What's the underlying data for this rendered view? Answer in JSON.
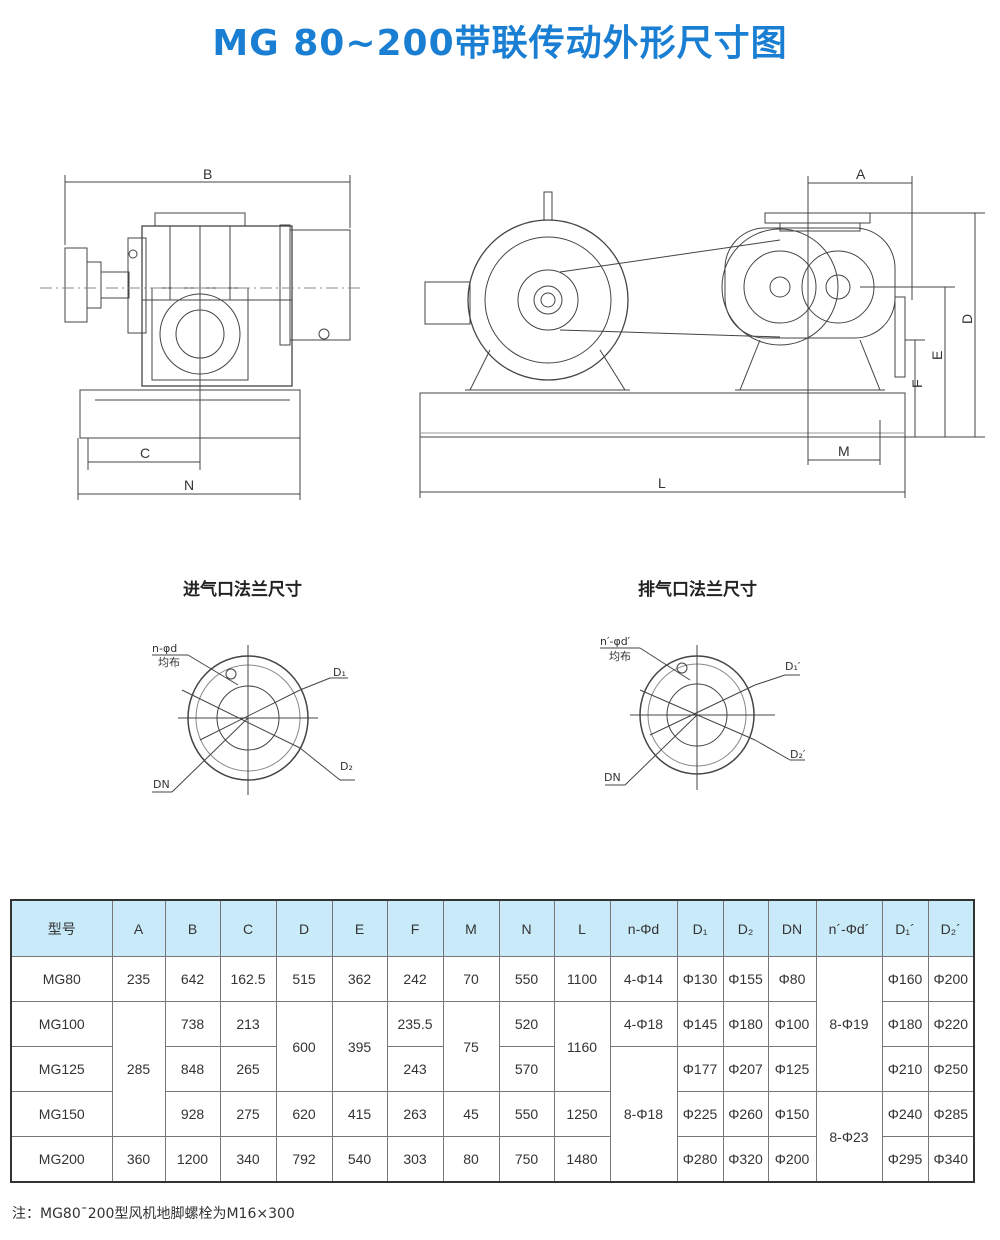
{
  "title": "MG  80~200带联传动外形尺寸图",
  "drawing_labels": {
    "B": "B",
    "C": "C",
    "N": "N",
    "A": "A",
    "L": "L",
    "D": "D",
    "E": "E",
    "F": "F",
    "M": "M"
  },
  "flange_inlet": {
    "title": "进气口法兰尺寸",
    "hole": "n-φd",
    "even": "均布",
    "d1": "D₁",
    "d2": "D₂",
    "dn": "DN"
  },
  "flange_outlet": {
    "title": "排气口法兰尺寸",
    "hole": "n′-φd′",
    "even": "均布",
    "d1": "D₁′",
    "d2": "D₂′",
    "dn": "DN"
  },
  "table": {
    "headers": [
      "型号",
      "A",
      "B",
      "C",
      "D",
      "E",
      "F",
      "M",
      "N",
      "L",
      "n-Φd",
      "D₁",
      "D₂",
      "DN",
      "n´-Φd´",
      "D₁´",
      "D₂´"
    ],
    "rows": [
      {
        "model": "MG80",
        "A": "235",
        "B": "642",
        "C": "162.5",
        "D": "515",
        "E": "362",
        "F": "242",
        "M": "70",
        "N": "550",
        "L": "1100",
        "nd": "4-Φ14",
        "D1": "Φ130",
        "D2": "Φ155",
        "DN": "Φ80",
        "nd2": "8-Φ19",
        "D1p": "Φ160",
        "D2p": "Φ200"
      },
      {
        "model": "MG100",
        "A": "285",
        "B": "738",
        "C": "213",
        "D": "600",
        "E": "395",
        "F": "235.5",
        "M": "75",
        "N": "520",
        "L": "1160",
        "nd": "4-Φ18",
        "D1": "Φ145",
        "D2": "Φ180",
        "DN": "Φ100",
        "D1p": "Φ180",
        "D2p": "Φ220"
      },
      {
        "model": "MG125",
        "B": "848",
        "C": "265",
        "F": "243",
        "N": "570",
        "nd": "8-Φ18",
        "D1": "Φ177",
        "D2": "Φ207",
        "DN": "Φ125",
        "D1p": "Φ210",
        "D2p": "Φ250"
      },
      {
        "model": "MG150",
        "B": "928",
        "C": "275",
        "D": "620",
        "E": "415",
        "F": "263",
        "M": "45",
        "N": "550",
        "L": "1250",
        "D1": "Φ225",
        "D2": "Φ260",
        "DN": "Φ150",
        "nd2": "8-Φ23",
        "D1p": "Φ240",
        "D2p": "Φ285"
      },
      {
        "model": "MG200",
        "A": "360",
        "B": "1200",
        "C": "340",
        "D": "792",
        "E": "540",
        "F": "303",
        "M": "80",
        "N": "750",
        "L": "1480",
        "D1": "Φ280",
        "D2": "Φ320",
        "DN": "Φ200",
        "D1p": "Φ295",
        "D2p": "Φ340"
      }
    ]
  },
  "note": "注：MG80¯200型风机地脚螺栓为M16×300"
}
